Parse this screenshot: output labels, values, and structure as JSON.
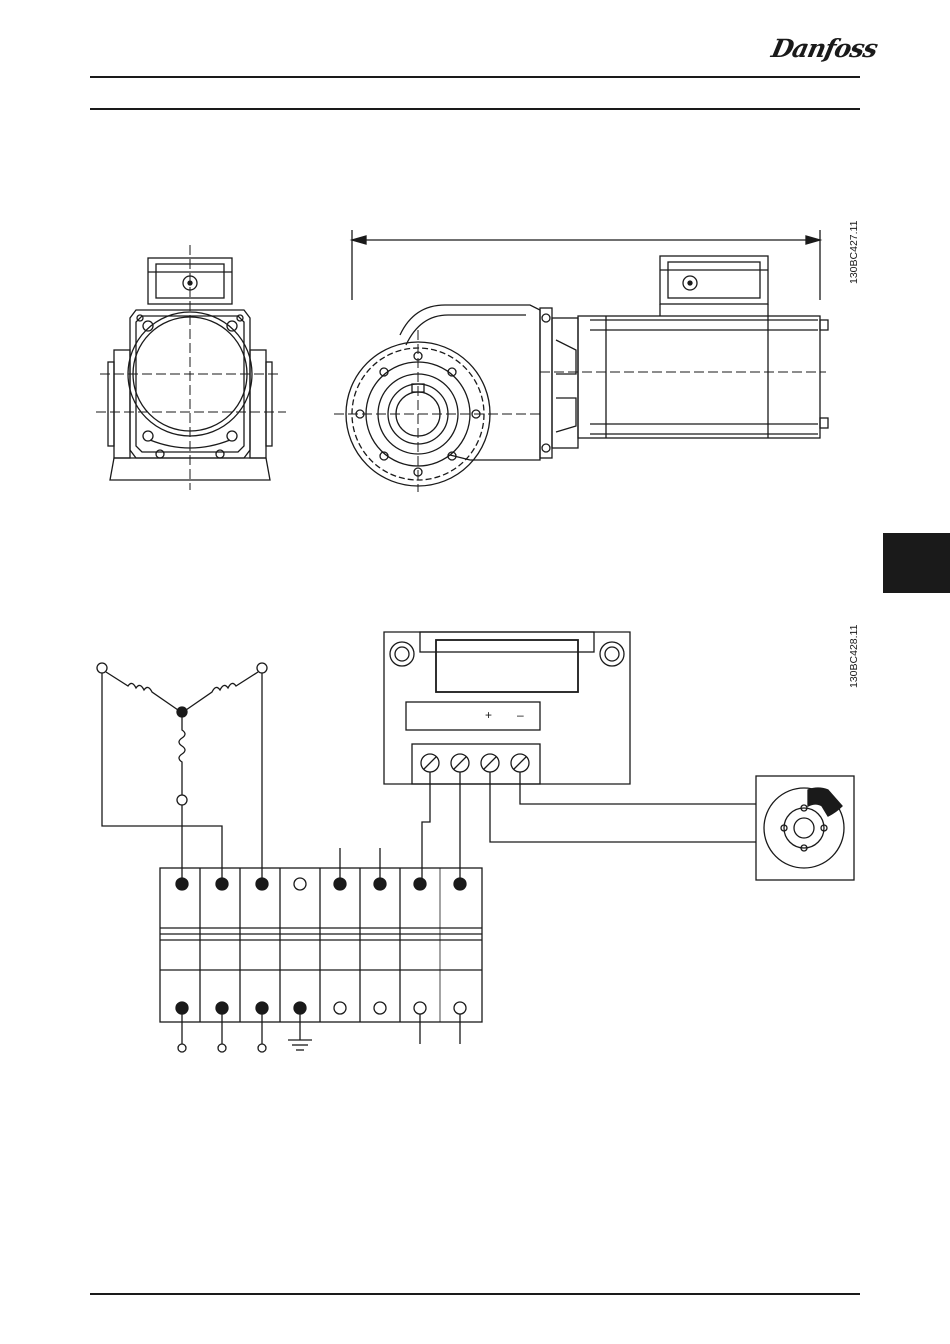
{
  "header": {
    "brand": "Danfoss",
    "logo_icon": "danfoss-logo-icon"
  },
  "figure1": {
    "code": "130BC427.11",
    "icons": [
      "gearmotor-front-view-icon",
      "gearmotor-side-view-icon",
      "dimension-arrow-icon"
    ]
  },
  "figure2": {
    "code": "130BC428.11",
    "brake_rectifier": {
      "plus": "+",
      "minus": "–"
    },
    "icons": [
      "motor-winding-star-icon",
      "brake-rectifier-icon",
      "brake-disc-icon",
      "terminal-block-icon",
      "ground-icon"
    ]
  },
  "section_tab": {
    "color": "#1a1a1a"
  }
}
